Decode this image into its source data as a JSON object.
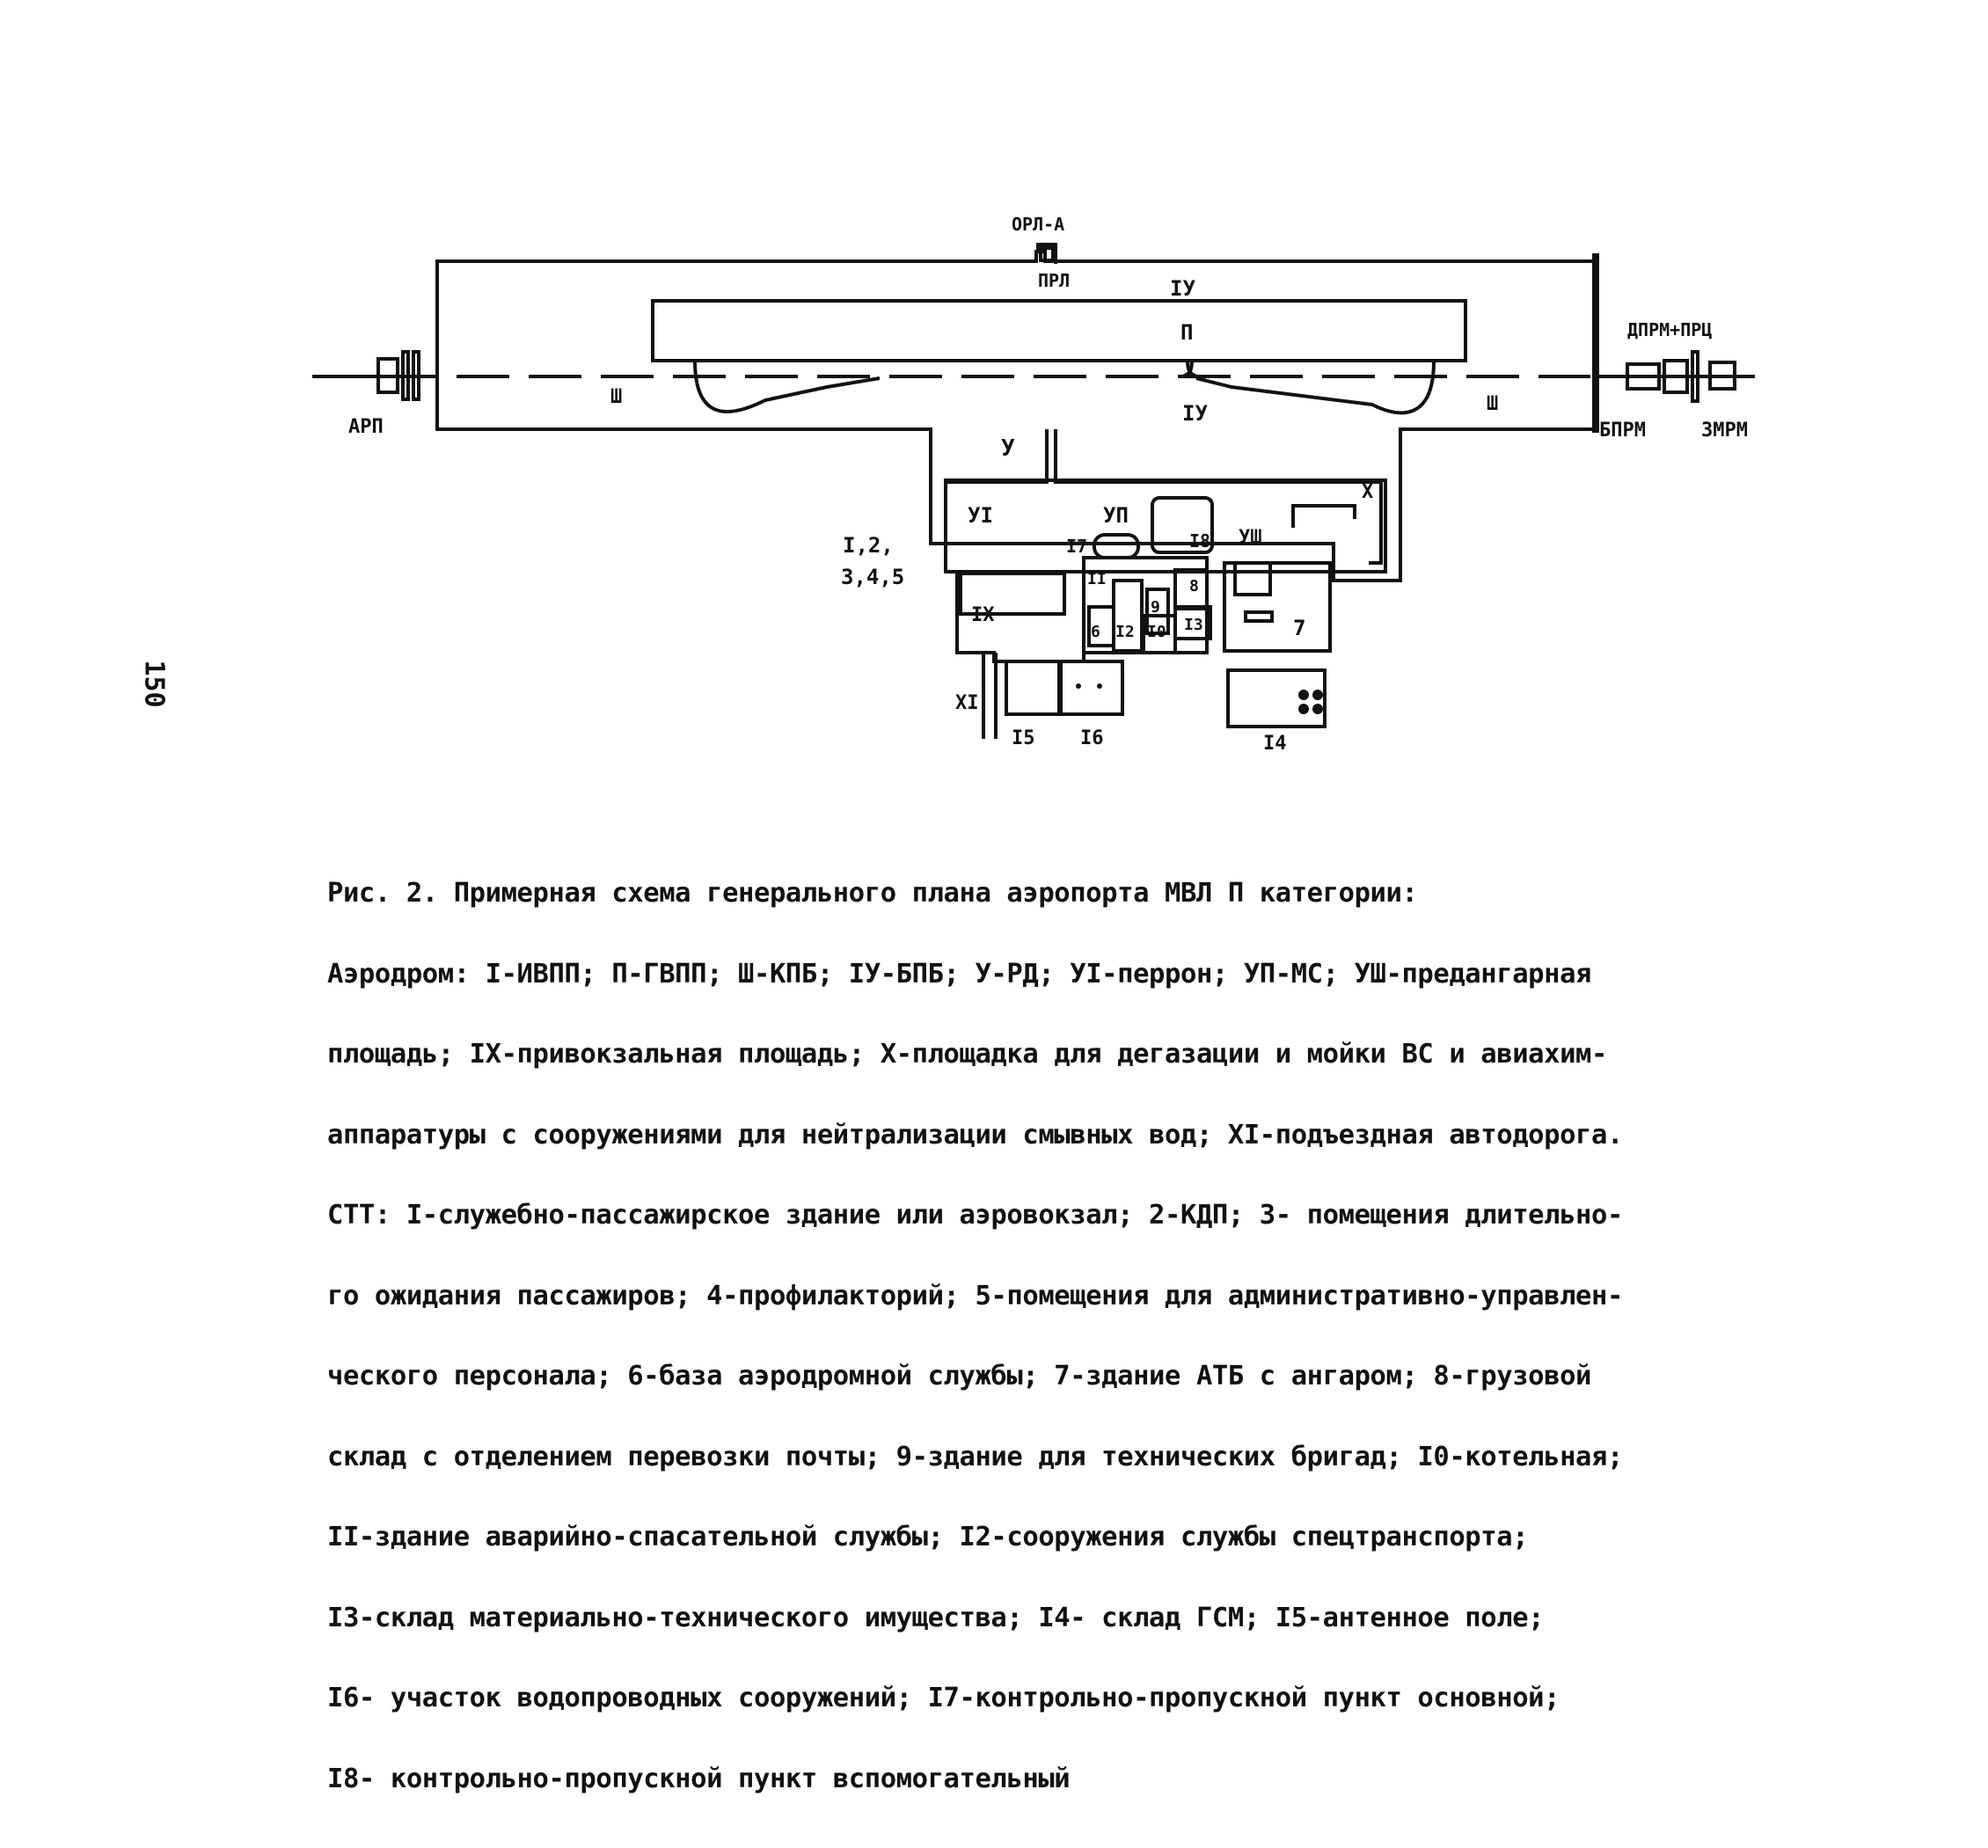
{
  "page_number": "150",
  "diagram": {
    "labels": {
      "ord": "ОРЛ-А",
      "prl": "ПРЛ",
      "runway_main": "П",
      "taxiway_top": "IУ",
      "taxiway_bottom": "IУ",
      "strip_left": "Ш",
      "strip_right": "Ш",
      "arp": "АРП",
      "dprm": "ДПРМ+ПРЦ",
      "bprm": "БПРМ",
      "mrm": "ЗМРМ",
      "taxi_link": "У",
      "apron": "УI",
      "ms": "УП",
      "pre_hangar": "УШ",
      "deicing": "Х",
      "station_square": "IХ",
      "access_road": "ХI",
      "group_buildings_1": "I,2,",
      "group_buildings_2": "3,4,5",
      "b17": "I7",
      "b18": "I8",
      "b11": "II",
      "b8": "8",
      "b9": "9",
      "b13": "I3",
      "b6": "6",
      "b12": "I2",
      "b10": "I0",
      "b7": "7",
      "b15": "I5",
      "b16": "I6",
      "b14": "I4"
    }
  },
  "caption": {
    "lines": [
      "Рис. 2. Примерная схема генерального плана аэропорта МВЛ П категории:",
      "Аэродром: I-ИВПП; П-ГВПП; Ш-КПБ; IУ-БПБ; У-РД; УI-перрон; УП-МС; УШ-предангарная",
      "площадь; IХ-привокзальная площадь; Х-площадка для дегазации и мойки ВС и авиахим-",
      "аппаратуры с сооружениями для нейтрализации смывных вод; ХI-подъездная автодорога.",
      "СТТ: I-служебно-пассажирское здание или аэровокзал; 2-КДП; 3- помещения длительно-",
      "го ожидания пассажиров; 4-профилакторий; 5-помещения для административно-управлен-",
      "ческого персонала; 6-база аэродромной службы; 7-здание АТБ с ангаром; 8-грузовой",
      "склад с отделением перевозки почты; 9-здание для технических бригад; I0-котельная;",
      "II-здание аварийно-спасательной службы; I2-сооружения службы спецтранспорта;",
      "I3-склад материально-технического имущества; I4- склад ГСМ; I5-антенное поле;",
      "I6- участок водопроводных сооружений; I7-контрольно-пропускной пункт основной;",
      "I8- контрольно-пропускной пункт вспомогательный"
    ]
  }
}
